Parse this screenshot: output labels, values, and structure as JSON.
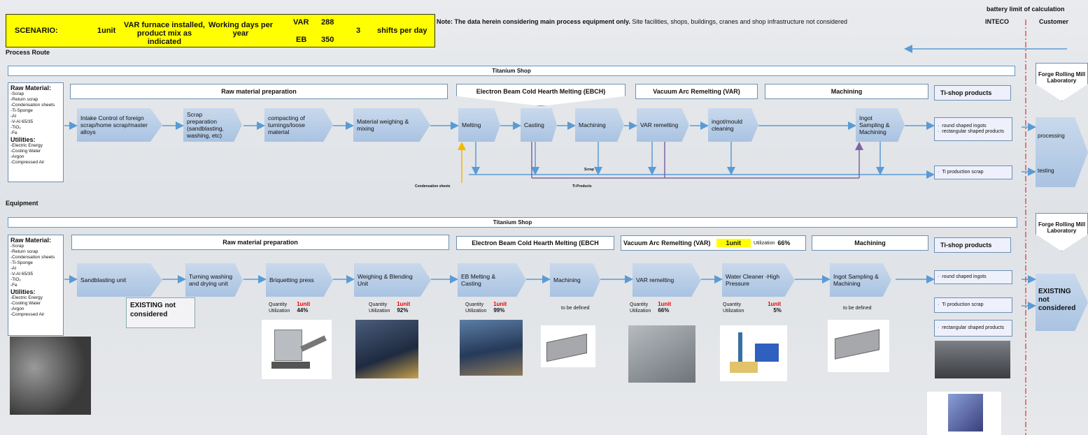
{
  "scenario": {
    "label": "SCENARIO:",
    "units": "1unit",
    "furnace_text": "VAR furnace installed, product mix as indicated",
    "working_days_label": "Working days per year",
    "var_label": "VAR",
    "var_days": "288",
    "eb_label": "EB",
    "eb_days": "350",
    "shifts": "3",
    "shifts_label": "shifts per day"
  },
  "note": {
    "bold": "Note: The data herein considering main process equipment only.",
    "rest": " Site facilities, shops, buildings, cranes and shop infrastructure not considered"
  },
  "battery": {
    "title": "battery limit of calculation",
    "left": "INTECO",
    "right": "Customer"
  },
  "process": {
    "section_title": "Process Route",
    "banner": "Titanium Shop",
    "raw": {
      "title": "Raw Material:",
      "items": [
        "-Scrap",
        "-Return scrap",
        "-Condensation sheets",
        "-Ti-Sponge",
        "-Al",
        "-V-Al 65/35",
        "-TiO₂",
        "-Fe"
      ],
      "util_title": "Utilities:",
      "utilities": [
        "-Electric Energy",
        "-Cooling Water",
        "-Argon",
        "-Compressed Air"
      ]
    },
    "headers": {
      "raw_prep": "Raw material preparation",
      "ebch": "Electron Beam Cold Hearth Melting (EBCH)",
      "var": "Vacuum Arc Remelting (VAR)",
      "mach": "Machining",
      "products": "Ti-shop products"
    },
    "steps": [
      "Intake Control of foreign scrap/home scrap/master alloys",
      "Scrap preparation (sandblasting, washing, etc)",
      "compacting of turnings/loose material",
      "Material weighing & mixing",
      "Melting",
      "Casting",
      "Machining",
      "VAR remelting",
      "ingot/mould cleaning",
      "Ingot Sampling & Machining"
    ],
    "products": [
      "round shaped ingots",
      "rectangular shaped products"
    ],
    "scrap_box": "Ti production scrap",
    "labels": {
      "scrap": "Scrap",
      "condensation": "Condensation sheets",
      "tiproducts": "Ti-Products"
    },
    "customer": {
      "title": "Forge Rolling Mill Laboratory",
      "processing": "processing",
      "testing": "testing"
    }
  },
  "equipment": {
    "section_title": "Equipment",
    "banner": "Titanium Shop",
    "headers": {
      "raw_prep": "Raw material preparation",
      "ebch": "Electron Beam Cold Hearth Melting (EBCH",
      "var": "Vacuum Arc Remelting (VAR)",
      "var_units": "1unit",
      "var_util_label": "Utilization",
      "var_util": "66%",
      "mach": "Machining",
      "products": "Ti-shop products"
    },
    "steps": [
      "Sandblasting unit",
      "Turning washing and drying unit",
      "Briquetting press",
      "Weighing & Blending Unit",
      "EB Melting & Casting",
      "Machining",
      "VAR remelting",
      "Water Cleaner -High Pressure",
      "Ingot Sampling & Machining"
    ],
    "existing": "EXISTING not considered",
    "stats": {
      "quantity_label": "Quantity",
      "utilization_label": "Utilization",
      "briq": {
        "qty": "1unit",
        "util": "44%"
      },
      "weigh": {
        "qty": "1unit",
        "util": "92%"
      },
      "eb": {
        "qty": "1unit",
        "util": "99%"
      },
      "var": {
        "qty": "1unit",
        "util": "66%"
      },
      "water": {
        "qty": "1unit",
        "util": "5%"
      },
      "tbd": "to be defined"
    },
    "products": [
      "round shaped ingots",
      "Ti production scrap",
      "rectangular shaped products"
    ],
    "customer": {
      "title": "Forge Rolling Mill Laboratory",
      "existing": "EXISTING not considered"
    }
  },
  "colors": {
    "accent": "#5b9bd5",
    "purple": "#8064a2",
    "orange": "#f5b800",
    "battery_line": "#e03030",
    "scenario_bg": "#ffff00"
  }
}
